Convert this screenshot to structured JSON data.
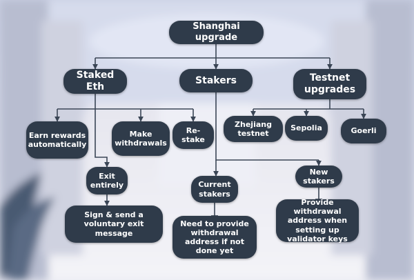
{
  "diagram": {
    "nodes": {
      "shanghai": "Shanghai upgrade",
      "staked_eth": "Staked Eth",
      "stakers": "Stakers",
      "testnet": "Testnet upgrades",
      "earn": "Earn rewards automatically",
      "withdrawals": "Make withdrawals",
      "restake": "Re-stake",
      "zhejiang": "Zhejiang testnet",
      "sepolia": "Sepolia",
      "goerli": "Goerli",
      "exit": "Exit entirely",
      "sign": "Sign & send a voluntary exit message",
      "current": "Current stakers",
      "need": "Need to provide withdrawal address if not done yet",
      "new_stakers": "New stakers",
      "provide": "Provide withdrawal address when setting up validator keys"
    }
  },
  "colors": {
    "node_fill": "#2f3b4a",
    "node_text": "#ffffff",
    "arrow": "#3a4555"
  }
}
